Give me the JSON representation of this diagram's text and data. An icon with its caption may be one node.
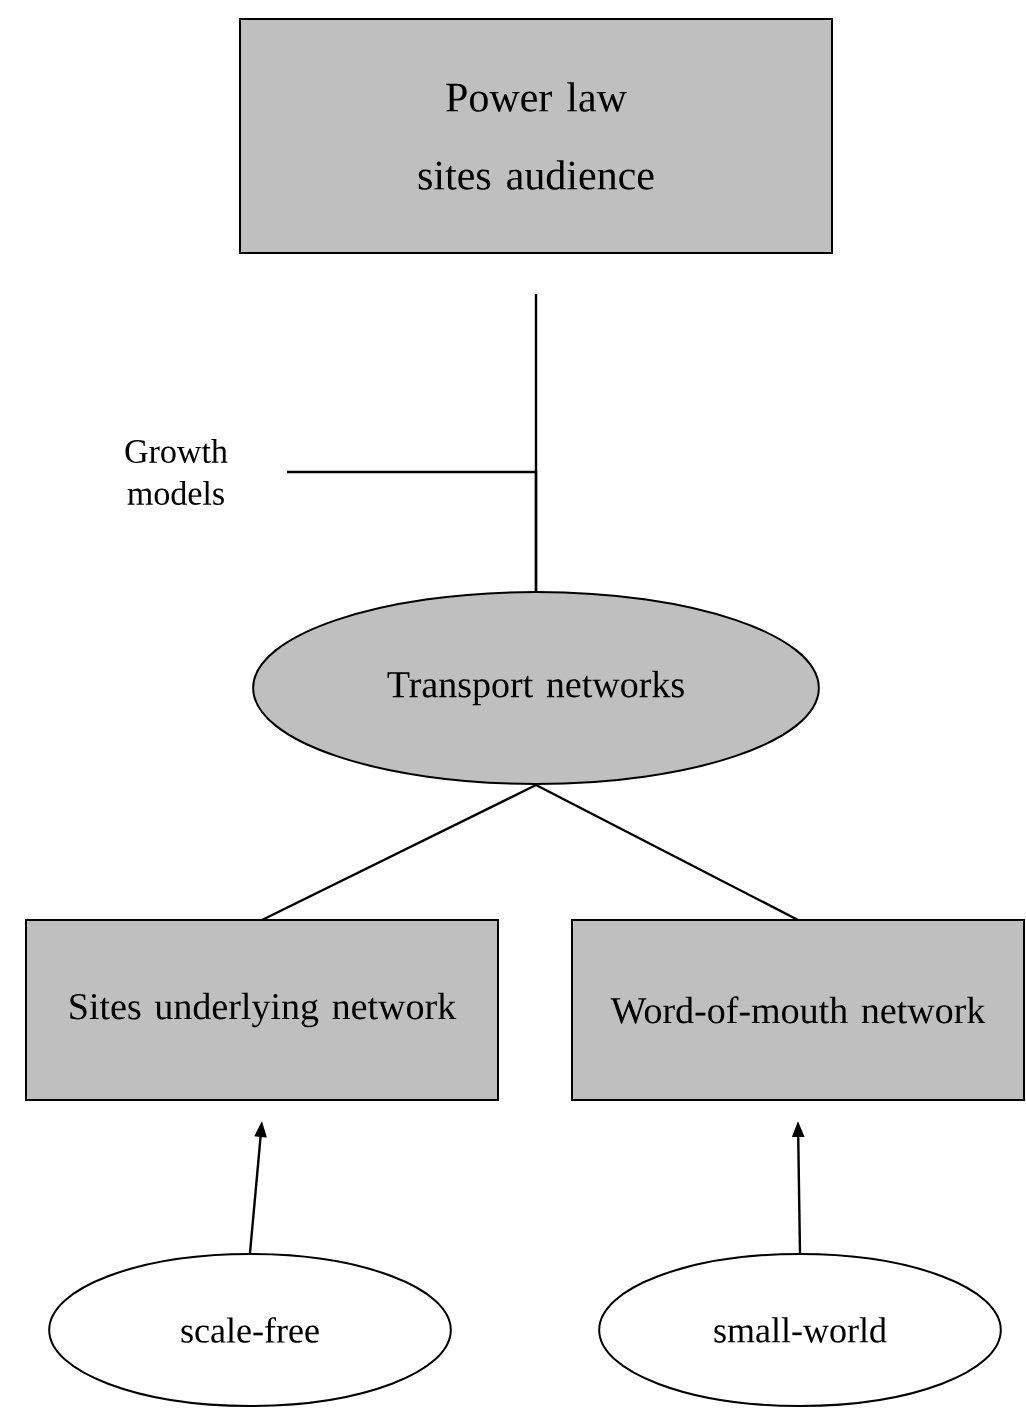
{
  "diagram": {
    "nodes": [
      {
        "text": [
          "Power law",
          "sites audience"
        ]
      },
      {
        "text": [
          "Growth models"
        ]
      },
      {
        "text": [
          "Transport networks"
        ]
      },
      {
        "text": [
          "Sites underlying network"
        ]
      },
      {
        "text": [
          "Word-of-mouth network"
        ]
      },
      {
        "text": [
          "scale-free"
        ]
      },
      {
        "text": [
          "small-world"
        ]
      }
    ],
    "edges": [
      {
        "from": 0,
        "to": 2,
        "arrow": "none"
      },
      {
        "from": 1,
        "to": 2,
        "arrow": "none"
      },
      {
        "from": 2,
        "to": 3,
        "arrow": "none"
      },
      {
        "from": 2,
        "to": 4,
        "arrow": "none"
      },
      {
        "from": 5,
        "to": 3,
        "arrow": "to"
      },
      {
        "from": 6,
        "to": 4,
        "arrow": "to"
      }
    ]
  }
}
